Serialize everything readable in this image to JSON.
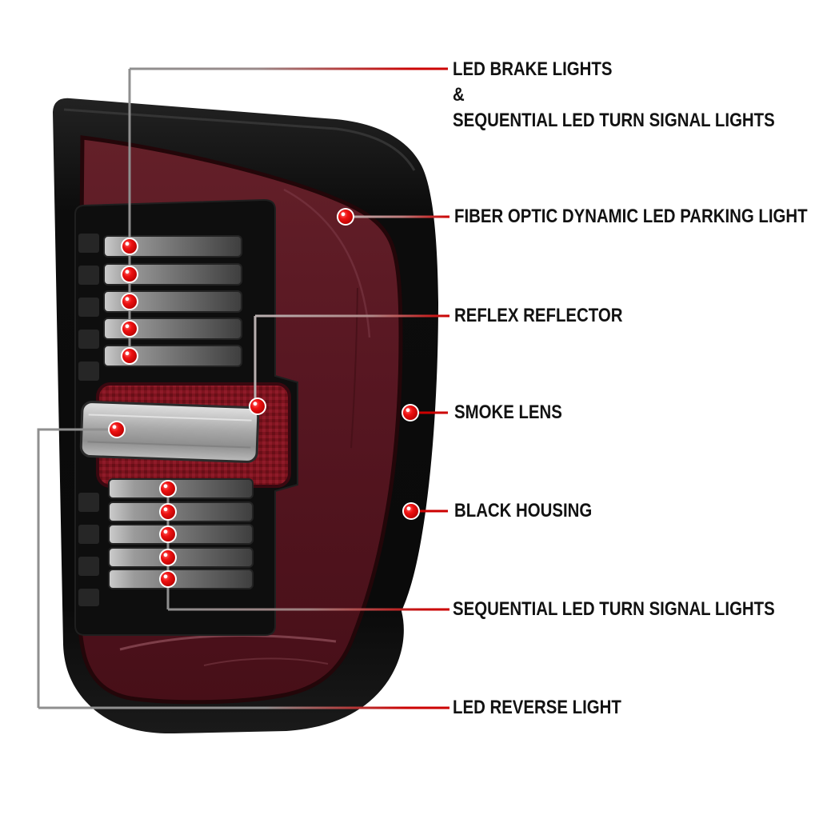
{
  "callouts": [
    {
      "id": "brake-and-turn",
      "lines": [
        "LED BRAKE LIGHTS",
        "&",
        "SEQUENTIAL LED TURN SIGNAL LIGHTS"
      ]
    },
    {
      "id": "parking-light",
      "label": "FIBER OPTIC DYNAMIC LED PARKING LIGHT"
    },
    {
      "id": "reflex-reflector",
      "label": "REFLEX REFLECTOR"
    },
    {
      "id": "smoke-lens",
      "label": "SMOKE LENS"
    },
    {
      "id": "black-housing",
      "label": "BLACK HOUSING"
    },
    {
      "id": "turn-signal",
      "label": "SEQUENTIAL LED TURN SIGNAL LIGHTS"
    },
    {
      "id": "reverse-light",
      "label": "LED REVERSE LIGHT"
    }
  ],
  "colors": {
    "background": "#ffffff",
    "label_text": "#121212",
    "leader_gray": "#8f8f8f",
    "accent_red": "#cc0000",
    "marker_red": "#e01020",
    "housing_black": "#0d0d0d",
    "lens_maroon": "#571620",
    "reflector_red": "#7e141f",
    "smoke_gray": "#9a9a9a"
  }
}
